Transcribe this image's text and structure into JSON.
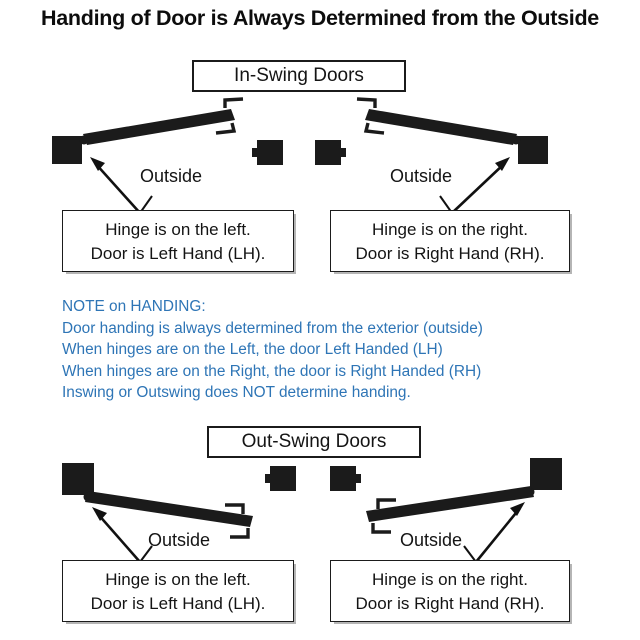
{
  "title": "Handing of Door is Always Determined from the Outside",
  "sections": {
    "inswing": {
      "label": "In-Swing Doors"
    },
    "outswing": {
      "label": "Out-Swing Doors"
    }
  },
  "outside_labels": {
    "inswing_left": "Outside",
    "inswing_right": "Outside",
    "outswing_left": "Outside",
    "outswing_right": "Outside"
  },
  "captions": {
    "inswing_left": {
      "line1": "Hinge is on the left.",
      "line2": "Door is Left Hand (LH)."
    },
    "inswing_right": {
      "line1": "Hinge is on the right.",
      "line2": "Door is Right Hand (RH)."
    },
    "outswing_left": {
      "line1": "Hinge is on the left.",
      "line2": "Door is Left Hand (LH)."
    },
    "outswing_right": {
      "line1": "Hinge is on the right.",
      "line2": "Door is Right Hand (RH)."
    }
  },
  "note": {
    "heading": "NOTE on HANDING:",
    "line1": "Door handing is always determined from the exterior (outside)",
    "line2": "When hinges are on the Left, the door Left Handed (LH)",
    "line3": "When hinges are on the Right, the door is Right Handed (RH)",
    "line4": "Inswing or Outswing does NOT determine handing."
  },
  "colors": {
    "note_blue": "#2E75B6",
    "ink": "#141414",
    "door_fill": "#1b1b1b",
    "background": "#ffffff"
  }
}
